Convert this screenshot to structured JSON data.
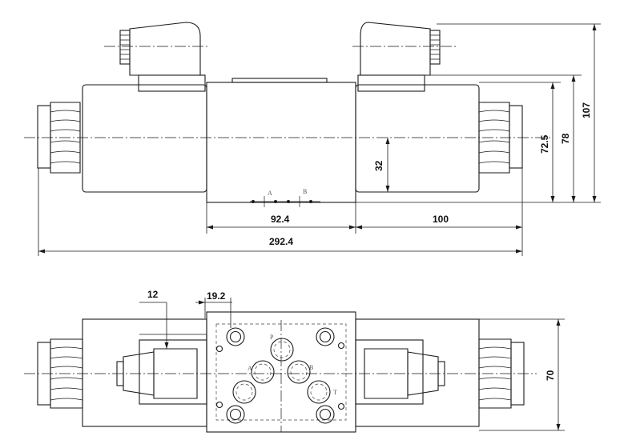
{
  "dimensions": {
    "overall_length": "292.4",
    "body_length": "92.4",
    "coil_length": "100",
    "axis_height": "32",
    "height_body": "72.5",
    "height_connector": "78",
    "height_total": "107",
    "port_offset": "12",
    "port_spacing": "19.2",
    "width": "70"
  },
  "port_labels": {
    "a": "A",
    "b": "B",
    "p": "P",
    "t": "T"
  },
  "colors": {
    "line": "#1a1a1a",
    "background": "#ffffff"
  }
}
